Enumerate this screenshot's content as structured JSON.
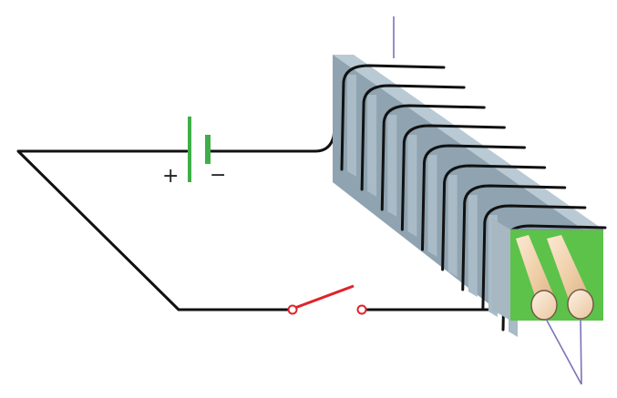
{
  "diagram": {
    "battery": {
      "positive_symbol": "+",
      "negative_symbol": "−"
    },
    "colors": {
      "wire": "#111111",
      "battery": "#3fae49",
      "switch": "#e0232b",
      "core_face": "#5cc24a",
      "core_side": "#8fa3b0",
      "core_top": "#b9cad4",
      "winding": "#111111",
      "rod": "#f3d6b3",
      "pointer": "#7a74b8"
    },
    "components": [
      "battery",
      "open-switch",
      "coil-winding",
      "iron-core",
      "rods"
    ]
  }
}
